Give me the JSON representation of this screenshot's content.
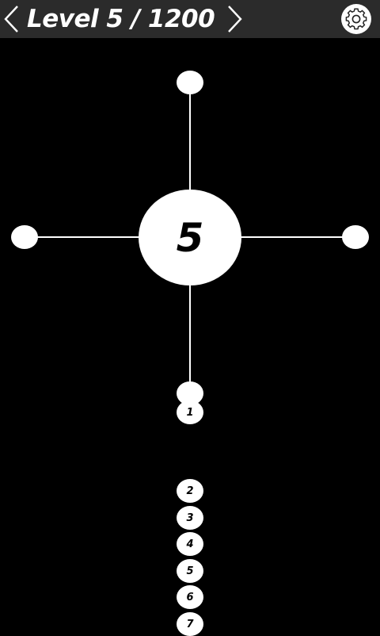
{
  "header": {
    "level_label": "Level 5 / 1200",
    "prev_icon": "chevron-left-icon",
    "next_icon": "chevron-right-icon",
    "settings_icon": "gear-icon"
  },
  "game": {
    "core_number": "5",
    "queue": [
      "1",
      "2",
      "3",
      "4",
      "5",
      "6",
      "7"
    ]
  },
  "colors": {
    "background": "#000000",
    "topbar": "#2b2b2b",
    "foreground": "#ffffff"
  }
}
